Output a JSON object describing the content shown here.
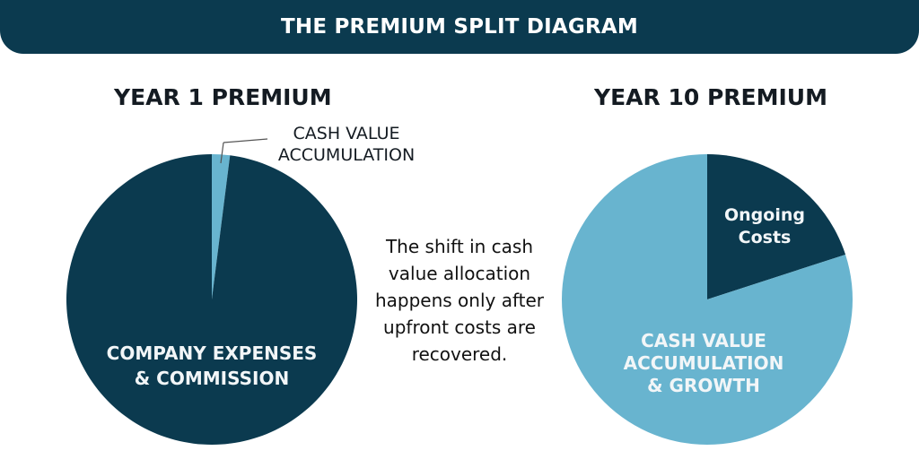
{
  "header": {
    "title": "THE PREMIUM SPLIT DIAGRAM"
  },
  "note": "The shift in cash value allocation happens only after upfront costs are recovered.",
  "colors": {
    "banner": "#0b3a4f",
    "dark_slice": "#0b3a4f",
    "light_slice": "#68b4cf"
  },
  "chart_data": [
    {
      "type": "pie",
      "title": "YEAR 1 PREMIUM",
      "slices": [
        {
          "label": "CASH VALUE ACCUMULATION",
          "value": 2,
          "color": "#68b4cf"
        },
        {
          "label": "COMPANY EXPENSES & COMMISSION",
          "value": 98,
          "color": "#0b3a4f"
        }
      ]
    },
    {
      "type": "pie",
      "title": "YEAR 10 PREMIUM",
      "slices": [
        {
          "label": "Ongoing Costs",
          "value": 20,
          "color": "#0b3a4f"
        },
        {
          "label": "CASH VALUE ACCUMULATION & GROWTH",
          "value": 80,
          "color": "#68b4cf"
        }
      ]
    }
  ]
}
